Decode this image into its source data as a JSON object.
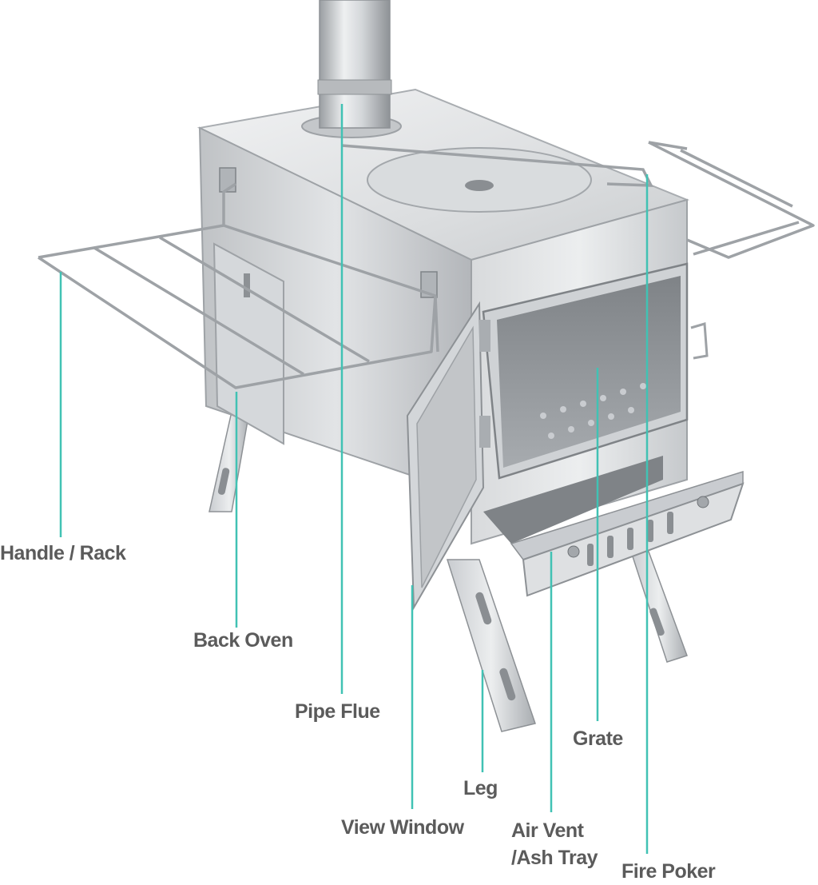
{
  "colors": {
    "leader_line": "#41c2b4",
    "label_text": "#5b5b5b",
    "steel_light": "#e6e7e9",
    "steel_mid": "#c3c6ca",
    "steel_dark": "#8d9195",
    "steel_shadow": "#6f7377",
    "background": "#ffffff"
  },
  "labels": {
    "handle_rack": "Handle / Rack",
    "back_oven": "Back Oven",
    "pipe_flue": "Pipe Flue",
    "grate": "Grate",
    "leg": "Leg",
    "view_window": "View Window",
    "air_vent_line1": "Air Vent",
    "air_vent_line2": "/Ash Tray",
    "fire_poker": "Fire Poker"
  }
}
